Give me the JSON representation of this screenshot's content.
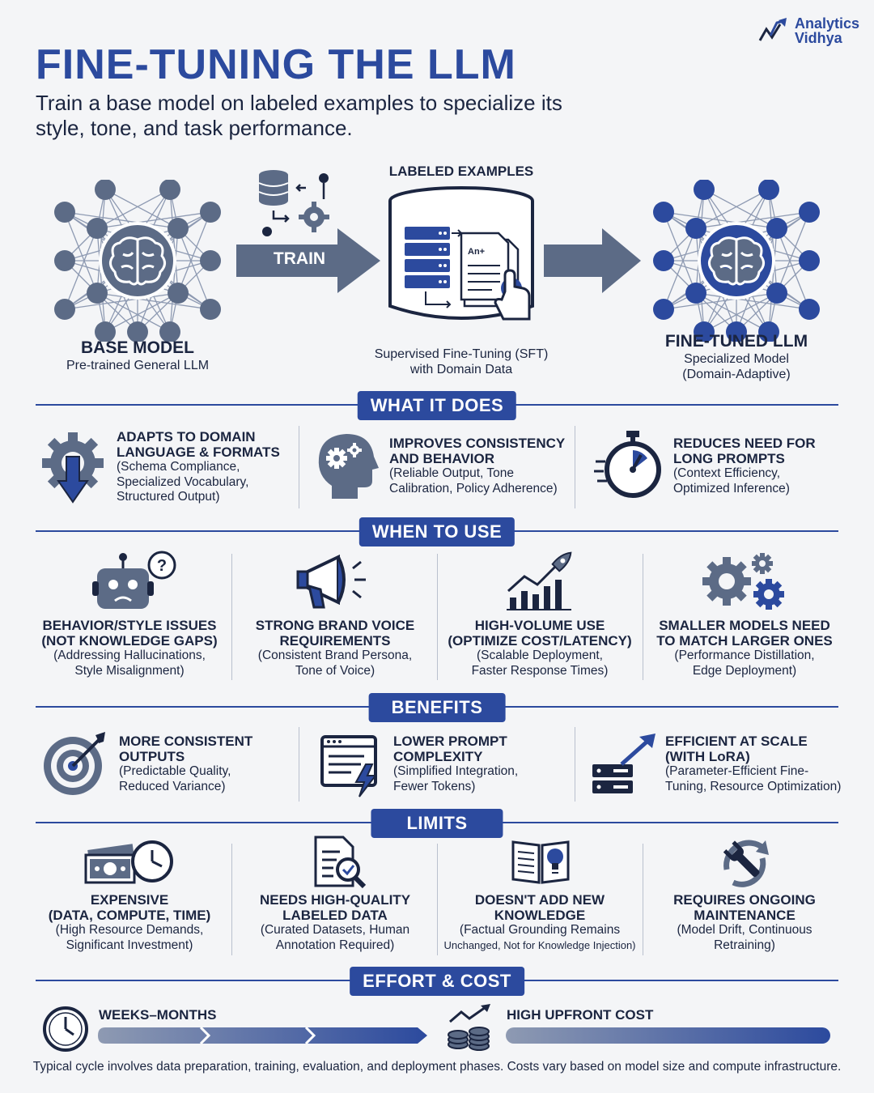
{
  "header": {
    "title": "FINE-TUNING THE LLM",
    "subtitle": "Train a base model on labeled examples to specialize its style, tone, and task performance.",
    "brand_line1": "Analytics",
    "brand_line2": "Vidhya"
  },
  "flow": {
    "base_title": "BASE MODEL",
    "base_sub": "Pre-trained General LLM",
    "train_label": "TRAIN",
    "examples_title": "LABELED EXAMPLES",
    "doc_label": "An+",
    "sft_line1": "Supervised Fine-Tuning (SFT)",
    "sft_line2": "with Domain Data",
    "tuned_title": "FINE-TUNED LLM",
    "tuned_sub1": "Specialized Model",
    "tuned_sub2": "(Domain-Adaptive)"
  },
  "what_it_does": {
    "label": "WHAT IT DOES",
    "items": [
      {
        "h1": "ADAPTS TO DOMAIN",
        "h2": "LANGUAGE & FORMATS",
        "s1": "(Schema Compliance,",
        "s2": "Specialized Vocabulary,",
        "s3": "Structured Output)",
        "icon": "gear-down-arrow-icon"
      },
      {
        "h1": "IMPROVES CONSISTENCY",
        "h2": "AND BEHAVIOR",
        "s1": "(Reliable Output, Tone",
        "s2": "Calibration, Policy Adherence)",
        "icon": "head-gears-icon"
      },
      {
        "h1": "REDUCES NEED FOR",
        "h2": "LONG PROMPTS",
        "s1": "(Context Efficiency,",
        "s2": "Optimized Inference)",
        "icon": "stopwatch-icon"
      }
    ]
  },
  "when_to_use": {
    "label": "WHEN TO USE",
    "items": [
      {
        "h1": "BEHAVIOR/STYLE ISSUES",
        "h2": "(NOT KNOWLEDGE GAPS)",
        "s1": "(Addressing Hallucinations,",
        "s2": "Style Misalignment)",
        "icon": "robot-question-icon"
      },
      {
        "h1": "STRONG BRAND VOICE",
        "h2": "REQUIREMENTS",
        "s1": "(Consistent Brand Persona,",
        "s2": "Tone of Voice)",
        "icon": "megaphone-icon"
      },
      {
        "h1": "HIGH-VOLUME USE",
        "h2": "(OPTIMIZE COST/LATENCY)",
        "s1": "(Scalable Deployment,",
        "s2": "Faster Response Times)",
        "icon": "rocket-chart-icon"
      },
      {
        "h1": "SMALLER MODELS NEED",
        "h2": "TO MATCH LARGER ONES",
        "s1": "(Performance Distillation,",
        "s2": "Edge Deployment)",
        "icon": "gears-icon"
      }
    ]
  },
  "benefits": {
    "label": "BENEFITS",
    "items": [
      {
        "h1": "MORE CONSISTENT",
        "h2": "OUTPUTS",
        "s1": "(Predictable Quality,",
        "s2": "Reduced Variance)",
        "icon": "target-icon"
      },
      {
        "h1": "LOWER PROMPT",
        "h2": "COMPLEXITY",
        "s1": "(Simplified Integration,",
        "s2": "Fewer Tokens)",
        "icon": "window-lightning-icon"
      },
      {
        "h1": "EFFICIENT AT SCALE",
        "h2": "(WITH LoRA)",
        "s1": "(Parameter-Efficient Fine-",
        "s2": "Tuning, Resource Optimization)",
        "icon": "server-arrow-icon"
      }
    ]
  },
  "limits": {
    "label": "LIMITS",
    "items": [
      {
        "h1": "EXPENSIVE",
        "h2": "(DATA, COMPUTE, TIME)",
        "s1": "(High Resource Demands,",
        "s2": "Significant Investment)",
        "icon": "money-clock-icon"
      },
      {
        "h1": "NEEDS HIGH-QUALITY",
        "h2": "LABELED DATA",
        "s1": "(Curated Datasets, Human",
        "s2": "Annotation Required)",
        "icon": "document-magnifier-icon"
      },
      {
        "h1": "DOESN'T ADD NEW",
        "h2": "KNOWLEDGE",
        "s1": "(Factual Grounding Remains",
        "s2": "Unchanged, Not for Knowledge Injection)",
        "icon": "book-bulb-icon"
      },
      {
        "h1": "REQUIRES ONGOING",
        "h2": "MAINTENANCE",
        "s1": "(Model Drift, Continuous",
        "s2": "Retraining)",
        "icon": "wrench-cycle-icon"
      }
    ]
  },
  "effort": {
    "label": "EFFORT & COST",
    "time_label": "WEEKS–MONTHS",
    "cost_label": "HIGH UPFRONT COST",
    "footer": "Typical cycle involves data preparation, training, evaluation, and deployment phases. Costs vary based on model size and compute infrastructure."
  },
  "colors": {
    "primary": "#2c4a9e",
    "dark": "#1b2540",
    "icon_gray": "#5c6b86",
    "background": "#f4f5f7"
  }
}
